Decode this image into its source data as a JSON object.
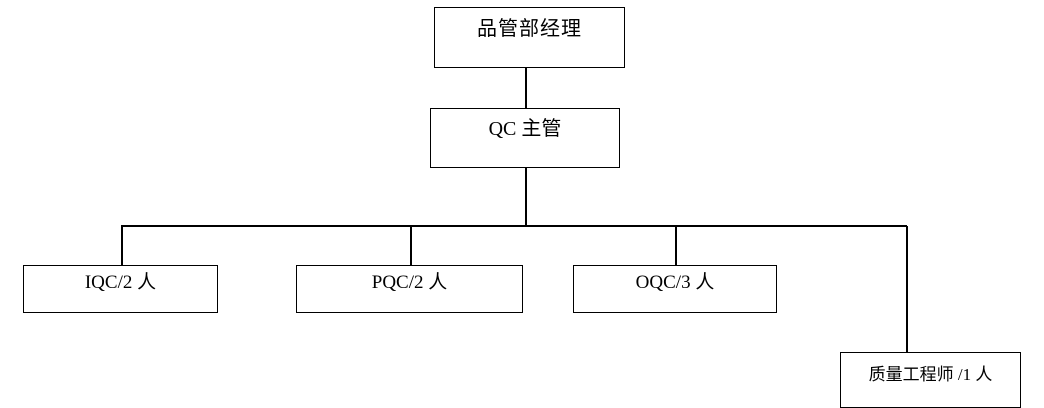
{
  "chart": {
    "title": "",
    "type": "org-chart",
    "nodes": [
      {
        "id": "manager",
        "label": "品管部经理",
        "level": 0
      },
      {
        "id": "supervisor",
        "label": "QC 主管",
        "level": 1
      },
      {
        "id": "iqc",
        "label": "IQC/2 人",
        "level": 2
      },
      {
        "id": "pqc",
        "label": "PQC/2 人",
        "level": 2
      },
      {
        "id": "oqc",
        "label": "OQC/3 人",
        "level": 2
      },
      {
        "id": "engineer",
        "label": "质量工程师 /1 人",
        "level": 2
      }
    ],
    "edges": [
      {
        "from": "manager",
        "to": "supervisor"
      },
      {
        "from": "supervisor",
        "to": "iqc"
      },
      {
        "from": "supervisor",
        "to": "pqc"
      },
      {
        "from": "supervisor",
        "to": "oqc"
      },
      {
        "from": "supervisor",
        "to": "engineer"
      }
    ],
    "colors": {
      "background": "#ffffff",
      "box_border": "#000000",
      "box_fill": "#ffffff",
      "line": "#000000",
      "text": "#000000"
    }
  }
}
